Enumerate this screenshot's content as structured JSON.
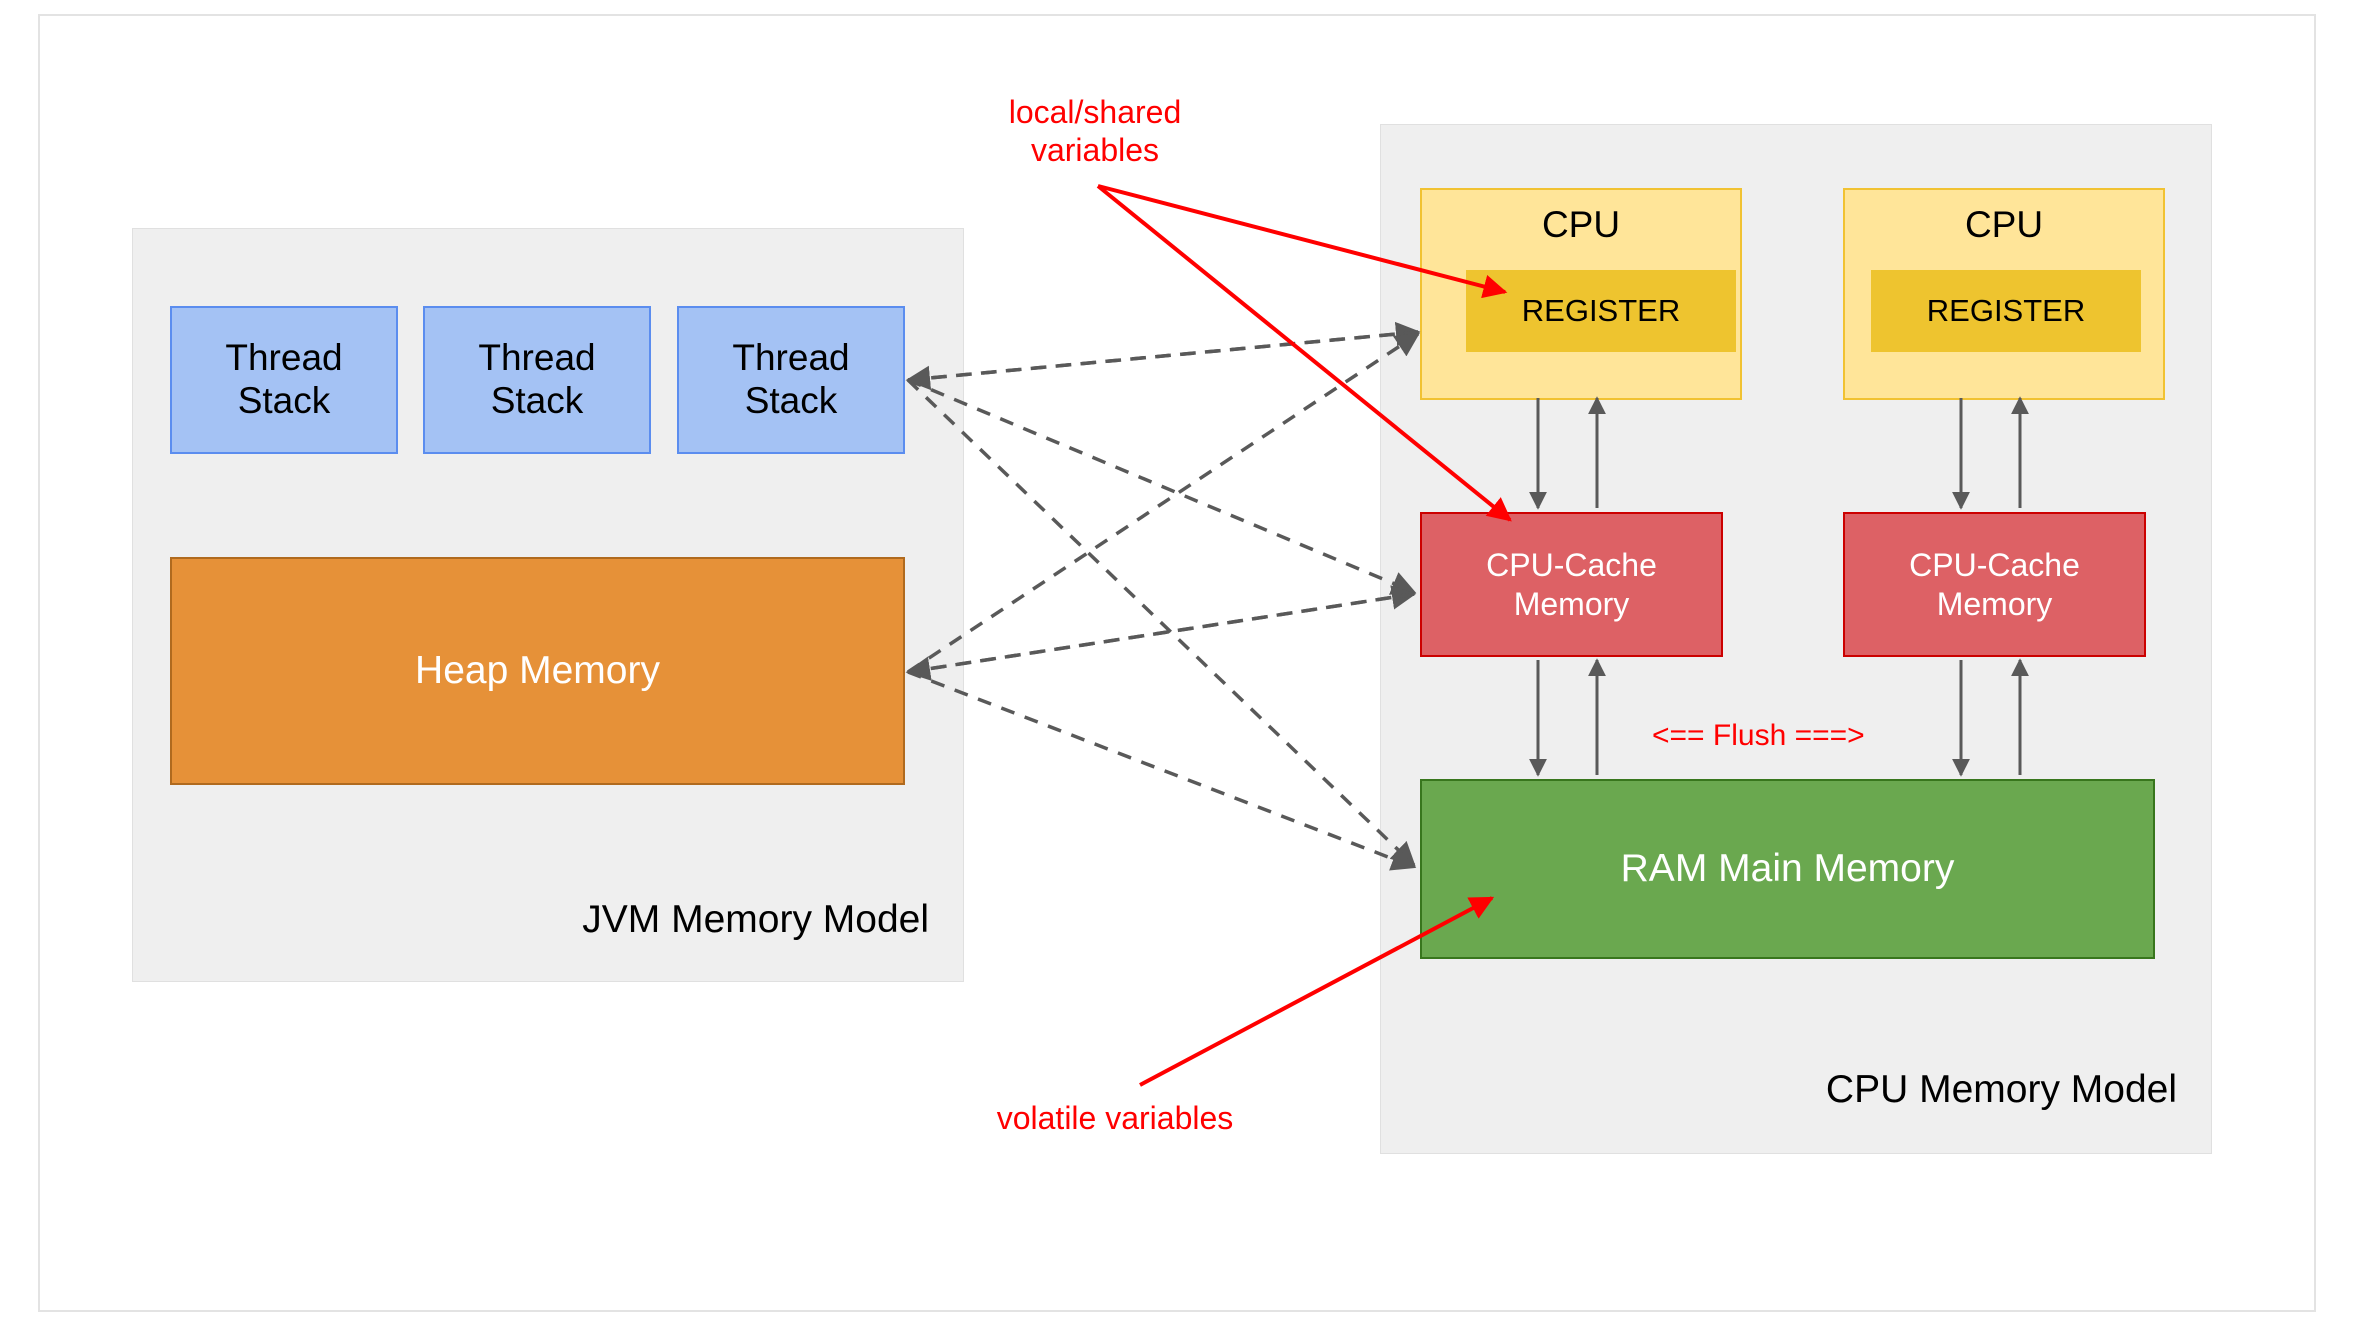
{
  "diagram": {
    "title": "JVM Memory Model and CPU Memory Model",
    "colors": {
      "panel_background": "#efefef",
      "thread_stack": "#a4c2f4",
      "thread_stack_border": "#5b8def",
      "heap_memory": "#e69138",
      "cpu": "#ffe599",
      "cpu_border": "#f1c232",
      "register": "#eec42f",
      "cpu_cache": "#dd6165",
      "cpu_cache_border": "#cc0000",
      "ram": "#6aa84f",
      "ram_border": "#38761d",
      "annotation": "#ff0000",
      "connector": "#595959"
    }
  },
  "jvm_panel": {
    "title": "JVM Memory Model",
    "thread_stacks": [
      {
        "label": "Thread\nStack"
      },
      {
        "label": "Thread\nStack"
      },
      {
        "label": "Thread\nStack"
      }
    ],
    "heap": {
      "label": "Heap Memory"
    }
  },
  "cpu_panel": {
    "title": "CPU Memory Model",
    "cpus": [
      {
        "label": "CPU",
        "register_label": "REGISTER",
        "cache_label": "CPU-Cache\nMemory"
      },
      {
        "label": "CPU",
        "register_label": "REGISTER",
        "cache_label": "CPU-Cache\nMemory"
      }
    ],
    "ram": {
      "label": "RAM Main Memory"
    }
  },
  "annotations": {
    "local_shared": "local/shared\nvariables",
    "volatile": "volatile variables",
    "flush": "<== Flush ===>"
  }
}
